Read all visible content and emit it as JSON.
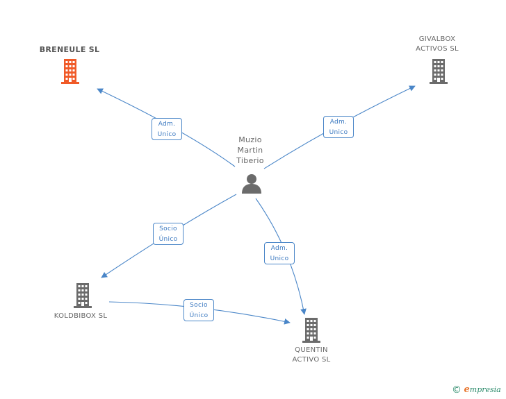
{
  "people": [
    {
      "id": "person",
      "name_lines": [
        "Muzio",
        "Martin",
        "Tiberio"
      ]
    }
  ],
  "companies": [
    {
      "id": "breneule",
      "name_lines": [
        "BRENEULE SL"
      ],
      "color": "#f05a28",
      "highlight": true
    },
    {
      "id": "givalbox",
      "name_lines": [
        "GIVALBOX",
        "ACTIVOS SL"
      ],
      "color": "#6b6b6b",
      "highlight": false
    },
    {
      "id": "koldbibox",
      "name_lines": [
        "KOLDBIBOX SL"
      ],
      "color": "#6b6b6b",
      "highlight": false
    },
    {
      "id": "quentin",
      "name_lines": [
        "QUENTIN",
        "ACTIVO SL"
      ],
      "color": "#6b6b6b",
      "highlight": false
    }
  ],
  "edges": [
    {
      "from": "person",
      "to": "breneule",
      "label_lines": [
        "Adm.",
        "Unico"
      ]
    },
    {
      "from": "person",
      "to": "givalbox",
      "label_lines": [
        "Adm.",
        "Unico"
      ]
    },
    {
      "from": "person",
      "to": "koldbibox",
      "label_lines": [
        "Socio",
        "Único"
      ]
    },
    {
      "from": "person",
      "to": "quentin",
      "label_lines": [
        "Adm.",
        "Unico"
      ]
    },
    {
      "from": "koldbibox",
      "to": "quentin",
      "label_lines": [
        "Socio",
        "Único"
      ]
    }
  ],
  "footer": {
    "copyright_symbol": "©",
    "brand_initial": "e",
    "brand_rest": "mpresia"
  },
  "colors": {
    "edge": "#4a86c8",
    "person_icon": "#6b6b6b"
  }
}
